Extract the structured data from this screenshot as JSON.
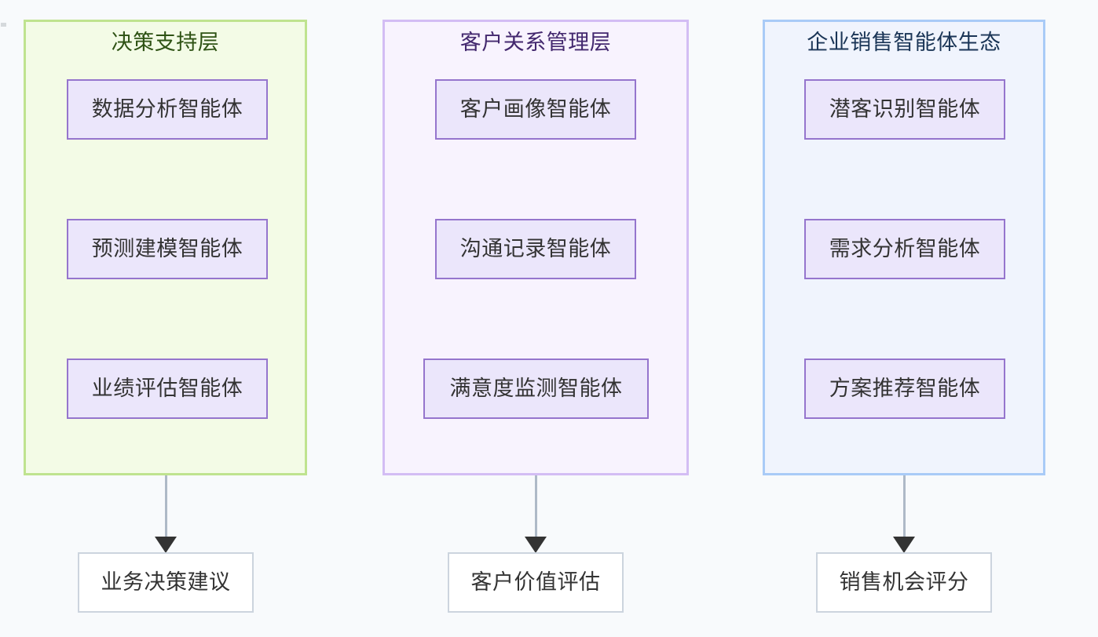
{
  "diagram": {
    "type": "flowchart",
    "direction": "top-to-bottom",
    "background_color": "#f8fafc",
    "clusters": [
      {
        "id": "decision-support-layer",
        "title": "决策支持层",
        "border_color": "#bfe38f",
        "fill_color": "#f3fbe6",
        "title_color": "#2e5214",
        "nodes": [
          {
            "id": "data-analysis-agent",
            "label": "数据分析智能体"
          },
          {
            "id": "predictive-modeling-agent",
            "label": "预测建模智能体"
          },
          {
            "id": "performance-evaluation-agent",
            "label": "业绩评估智能体"
          }
        ],
        "output": {
          "id": "business-decision-advice",
          "label": "业务决策建议"
        }
      },
      {
        "id": "customer-relationship-management-layer",
        "title": "客户关系管理层",
        "border_color": "#d3bdf4",
        "fill_color": "#f8f3fe",
        "title_color": "#43286e",
        "nodes": [
          {
            "id": "customer-profile-agent",
            "label": "客户画像智能体"
          },
          {
            "id": "communication-record-agent",
            "label": "沟通记录智能体"
          },
          {
            "id": "satisfaction-monitoring-agent",
            "label": "满意度监测智能体"
          }
        ],
        "output": {
          "id": "customer-value-assessment",
          "label": "客户价值评估"
        }
      },
      {
        "id": "enterprise-sales-agent-ecosystem",
        "title": "企业销售智能体生态",
        "border_color": "#a9cbf7",
        "fill_color": "#f0f4fd",
        "title_color": "#1a3556",
        "nodes": [
          {
            "id": "lead-identification-agent",
            "label": "潜客识别智能体"
          },
          {
            "id": "requirement-analysis-agent",
            "label": "需求分析智能体"
          },
          {
            "id": "solution-recommendation-agent",
            "label": "方案推荐智能体"
          }
        ],
        "output": {
          "id": "sales-opportunity-score",
          "label": "销售机会评分"
        }
      }
    ],
    "node_style": {
      "border_color": "#9575cd",
      "fill_color": "#ebe6fb",
      "text_color": "#333333"
    },
    "output_style": {
      "border_color": "#ccd4de",
      "fill_color": "#ffffff",
      "text_color": "#333333"
    },
    "edge_style": {
      "line_color": "#aeb9c7",
      "arrowhead_color": "#333333"
    }
  }
}
